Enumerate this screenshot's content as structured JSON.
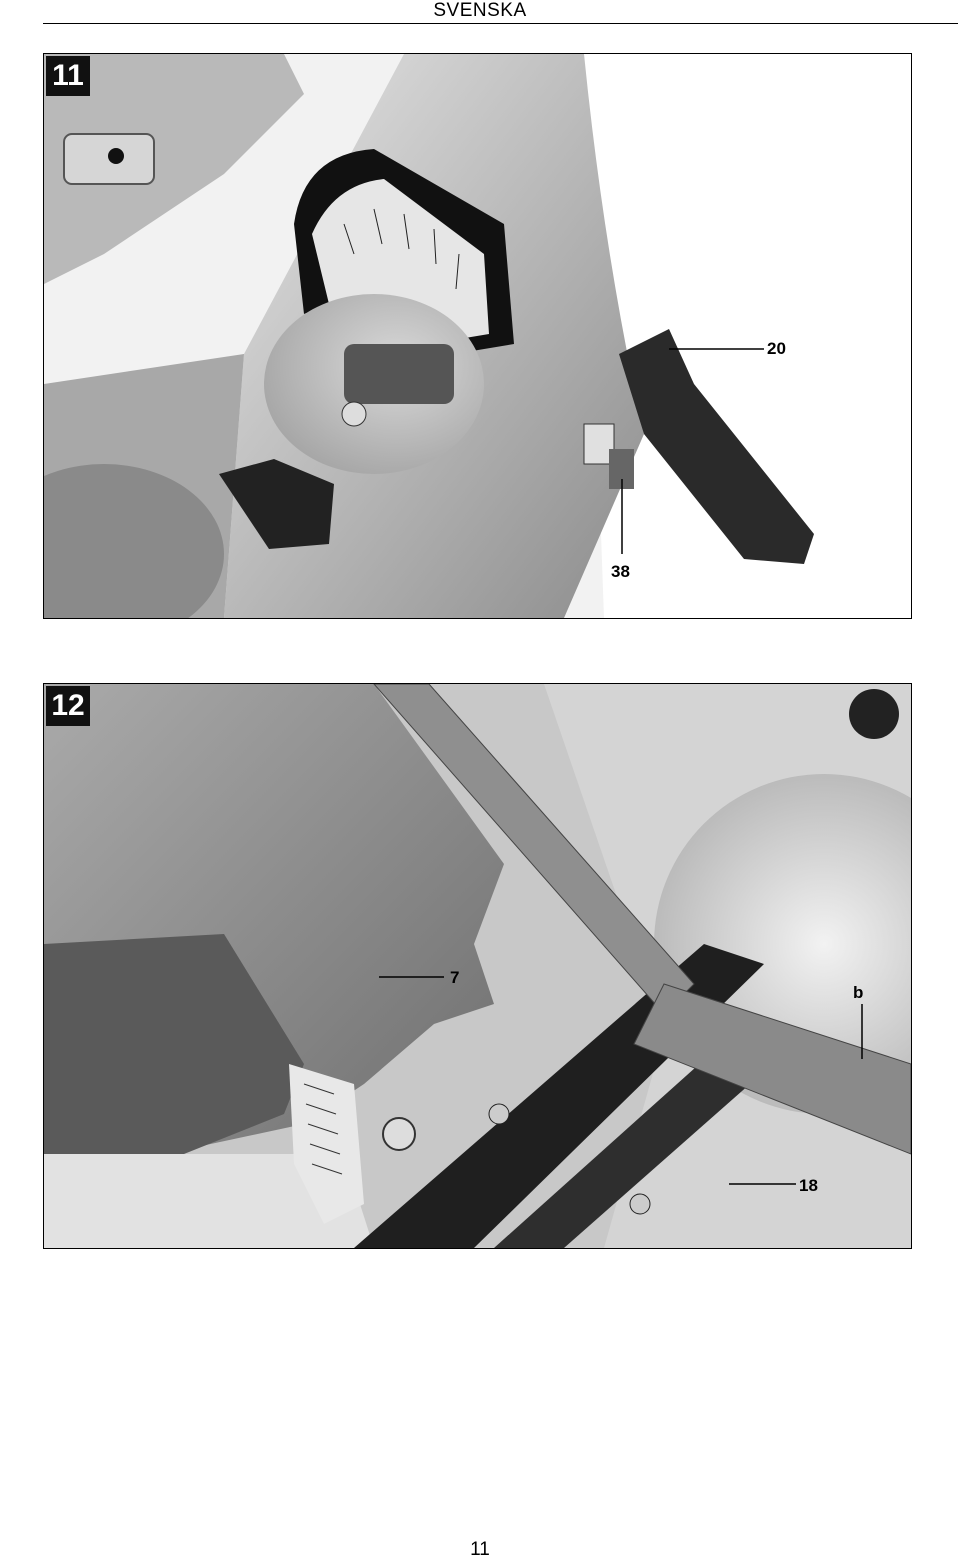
{
  "header": {
    "title": "SVENSKA"
  },
  "figures": [
    {
      "number": "11",
      "callouts": {
        "c20": "20",
        "c38": "38"
      }
    },
    {
      "number": "12",
      "callouts": {
        "c7": "7",
        "cb": "b",
        "c18": "18"
      }
    }
  ],
  "footer": {
    "page_number": "11"
  }
}
